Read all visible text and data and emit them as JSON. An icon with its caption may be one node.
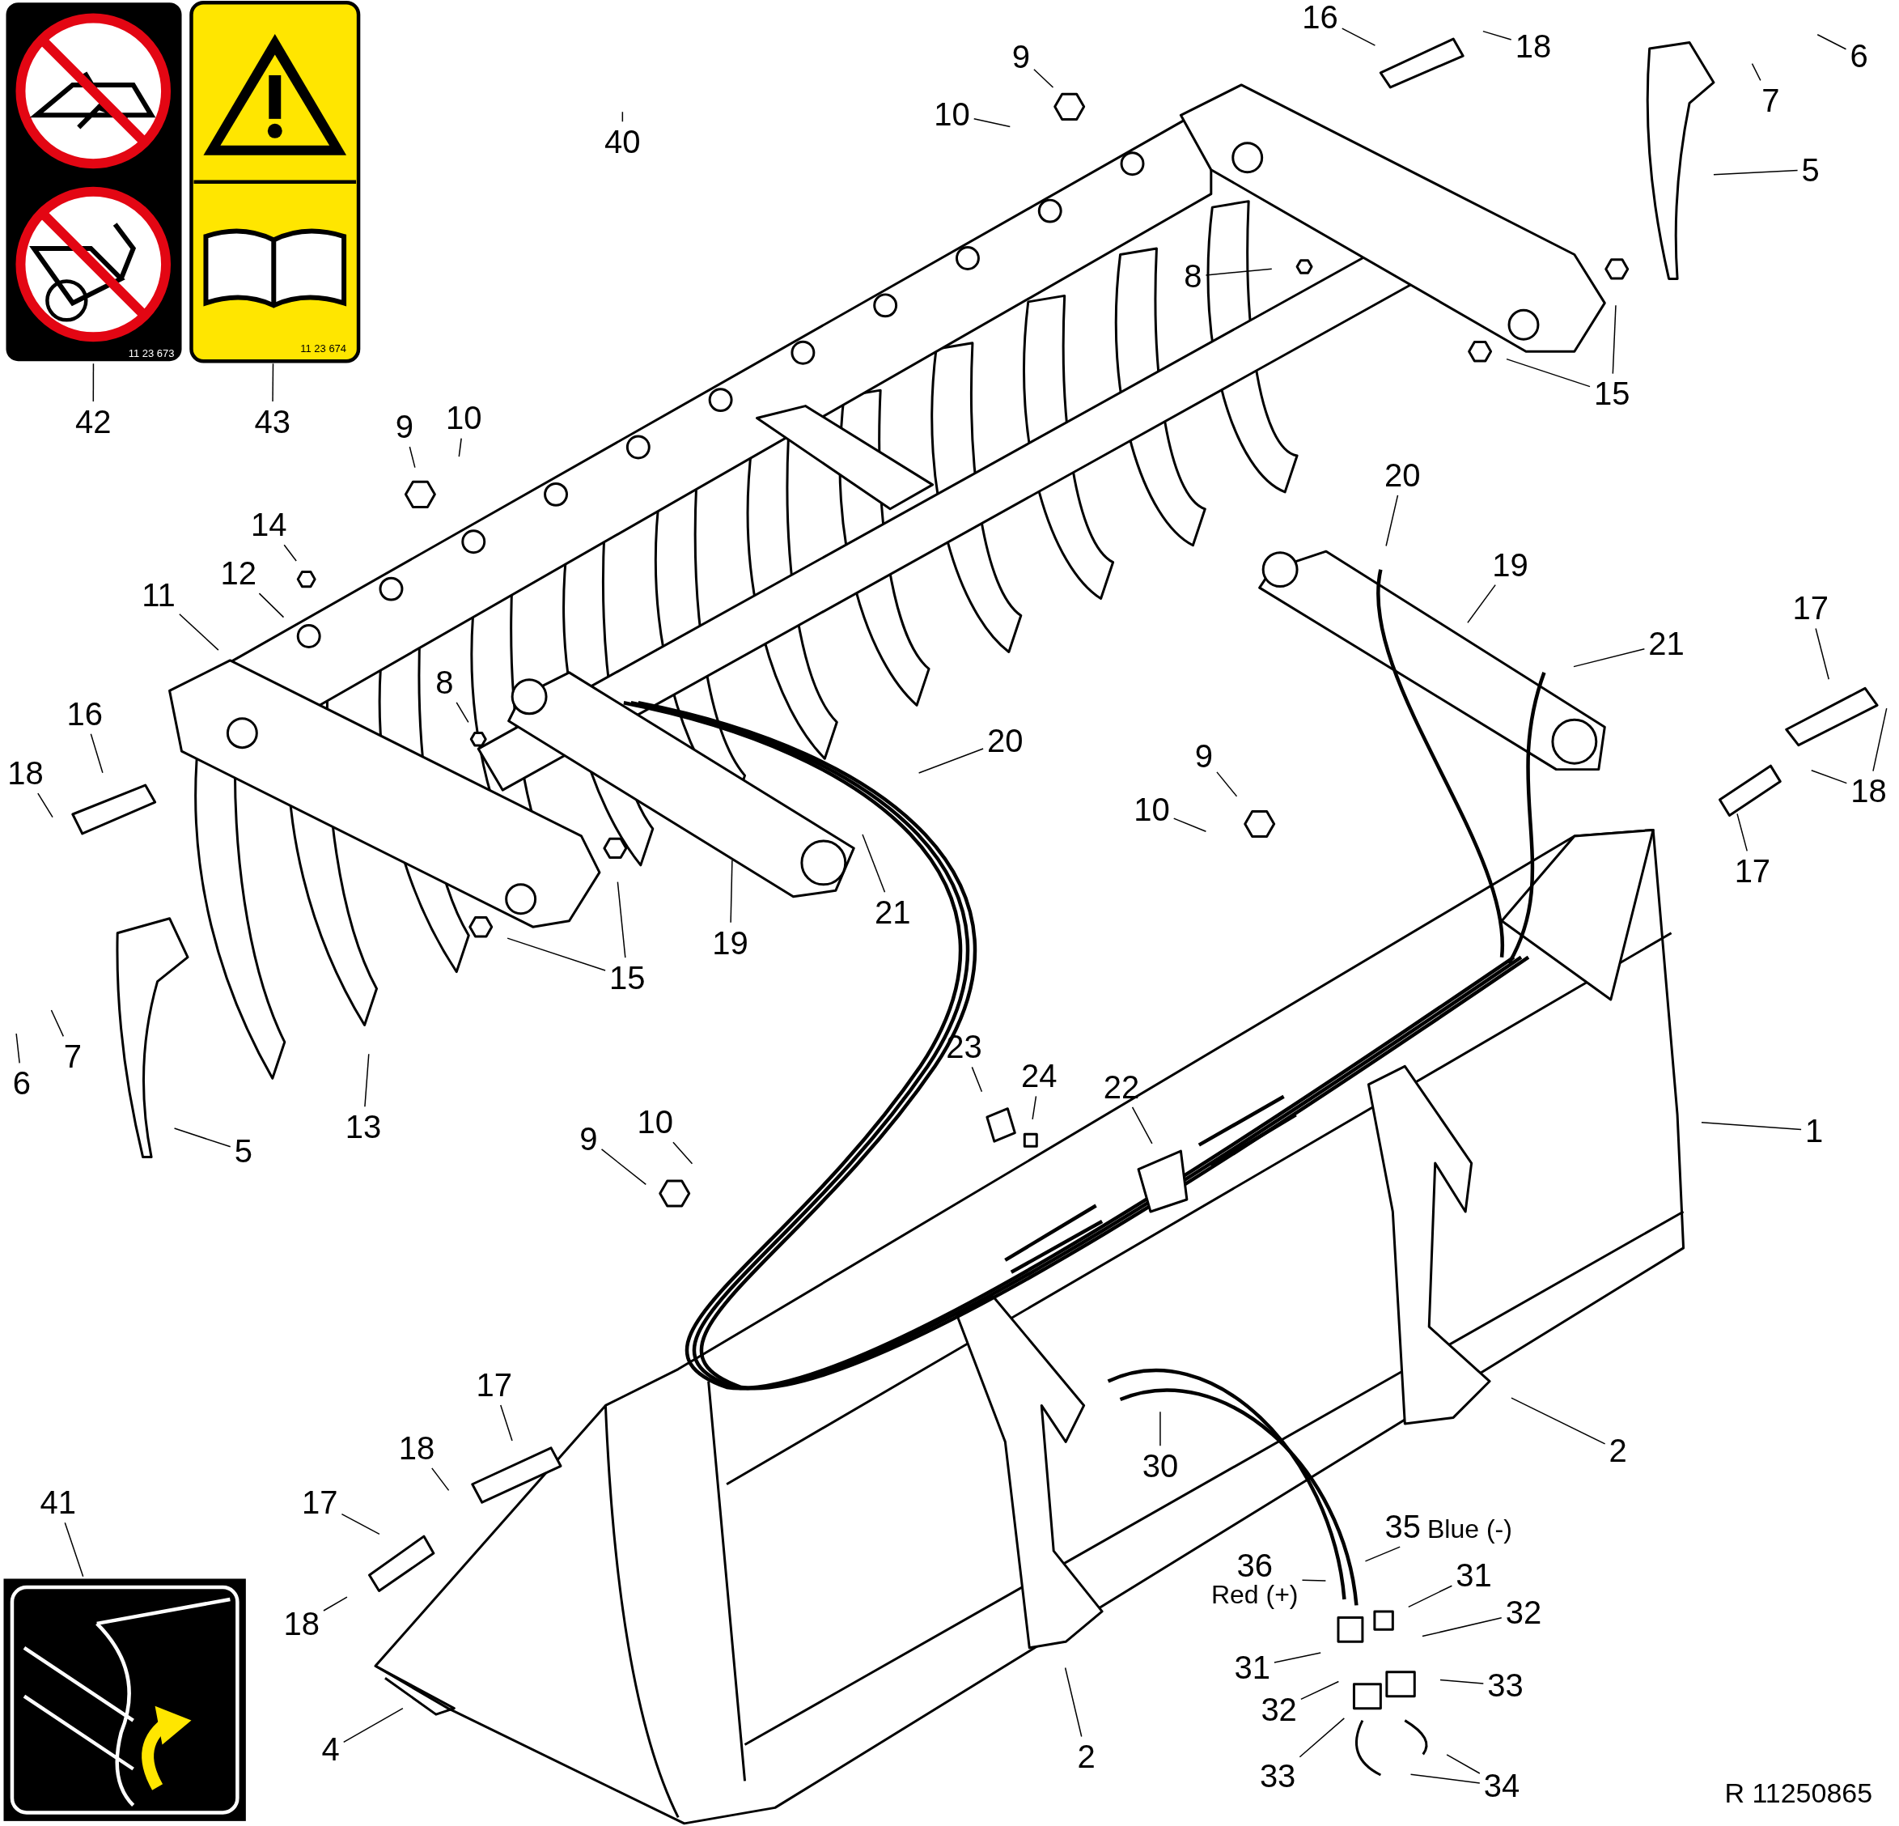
{
  "diagram": {
    "nodes": [
      {
        "text": [
          "16"
        ]
      },
      {
        "text": [
          "18"
        ]
      },
      {
        "text": [
          "6"
        ]
      },
      {
        "text": [
          "9"
        ]
      },
      {
        "text": [
          "7"
        ]
      },
      {
        "text": [
          "10"
        ]
      },
      {
        "text": [
          "40"
        ]
      },
      {
        "text": [
          "5"
        ]
      },
      {
        "text": [
          "8"
        ]
      },
      {
        "text": [
          "15"
        ]
      },
      {
        "text": [
          "42"
        ]
      },
      {
        "text": [
          "43"
        ]
      },
      {
        "text": [
          "10"
        ]
      },
      {
        "text": [
          "9"
        ]
      },
      {
        "text": [
          "20"
        ]
      },
      {
        "text": [
          "14"
        ]
      },
      {
        "text": [
          "19"
        ]
      },
      {
        "text": [
          "12"
        ]
      },
      {
        "text": [
          "11"
        ]
      },
      {
        "text": [
          "17"
        ]
      },
      {
        "text": [
          "21"
        ]
      },
      {
        "text": [
          "8"
        ]
      },
      {
        "text": [
          "16"
        ]
      },
      {
        "text": [
          "20"
        ]
      },
      {
        "text": [
          "9"
        ]
      },
      {
        "text": [
          "18"
        ]
      },
      {
        "text": [
          "18"
        ]
      },
      {
        "text": [
          "10"
        ]
      },
      {
        "text": [
          "17"
        ]
      },
      {
        "text": [
          "21"
        ]
      },
      {
        "text": [
          "19"
        ]
      },
      {
        "text": [
          "15"
        ]
      },
      {
        "text": [
          "23"
        ]
      },
      {
        "text": [
          "7"
        ]
      },
      {
        "text": [
          "24"
        ]
      },
      {
        "text": [
          "6"
        ]
      },
      {
        "text": [
          "22"
        ]
      },
      {
        "text": [
          "10"
        ]
      },
      {
        "text": [
          "13"
        ]
      },
      {
        "text": [
          "1"
        ]
      },
      {
        "text": [
          "9"
        ]
      },
      {
        "text": [
          "5"
        ]
      },
      {
        "text": [
          "17"
        ]
      },
      {
        "text": [
          "18"
        ]
      },
      {
        "text": [
          "2"
        ]
      },
      {
        "text": [
          "30"
        ]
      },
      {
        "text": [
          "41"
        ]
      },
      {
        "text": [
          "17"
        ]
      },
      {
        "text": [
          "35",
          "Blue (-)"
        ]
      },
      {
        "text": [
          "36",
          "Red (+)"
        ]
      },
      {
        "text": [
          "31"
        ]
      },
      {
        "text": [
          "32"
        ]
      },
      {
        "text": [
          "18"
        ]
      },
      {
        "text": [
          "31"
        ]
      },
      {
        "text": [
          "33"
        ]
      },
      {
        "text": [
          "32"
        ]
      },
      {
        "text": [
          "4"
        ]
      },
      {
        "text": [
          "2"
        ]
      },
      {
        "text": [
          "33"
        ]
      },
      {
        "text": [
          "34"
        ]
      },
      {
        "text": [],
        "shape": "picture"
      },
      {
        "text": [],
        "shape": "picture"
      },
      {
        "text": [],
        "shape": "picture"
      }
    ],
    "edges": [
      {
        "from": 0,
        "to": null,
        "arrow": "none"
      },
      {
        "from": 1,
        "to": null,
        "arrow": "none"
      },
      {
        "from": 2,
        "to": null,
        "arrow": "none"
      },
      {
        "from": 3,
        "to": null,
        "arrow": "none"
      },
      {
        "from": 4,
        "to": null,
        "arrow": "none"
      },
      {
        "from": 5,
        "to": null,
        "arrow": "none"
      },
      {
        "from": 6,
        "to": null,
        "arrow": "none"
      },
      {
        "from": 7,
        "to": null,
        "arrow": "none"
      },
      {
        "from": 8,
        "to": null,
        "arrow": "none"
      },
      {
        "from": 9,
        "to": null,
        "arrow": "none"
      },
      {
        "from": 9,
        "to": null,
        "arrow": "none"
      },
      {
        "from": 10,
        "to": 60,
        "arrow": "none"
      },
      {
        "from": 11,
        "to": 61,
        "arrow": "none"
      },
      {
        "from": 12,
        "to": null,
        "arrow": "none"
      },
      {
        "from": 13,
        "to": null,
        "arrow": "none"
      },
      {
        "from": 14,
        "to": null,
        "arrow": "none"
      },
      {
        "from": 15,
        "to": null,
        "arrow": "none"
      },
      {
        "from": 16,
        "to": null,
        "arrow": "none"
      },
      {
        "from": 17,
        "to": null,
        "arrow": "none"
      },
      {
        "from": 18,
        "to": null,
        "arrow": "none"
      },
      {
        "from": 19,
        "to": null,
        "arrow": "none"
      },
      {
        "from": 20,
        "to": null,
        "arrow": "none"
      },
      {
        "from": 21,
        "to": null,
        "arrow": "none"
      },
      {
        "from": 22,
        "to": null,
        "arrow": "none"
      },
      {
        "from": 23,
        "to": null,
        "arrow": "none"
      },
      {
        "from": 24,
        "to": null,
        "arrow": "none"
      },
      {
        "from": 25,
        "to": null,
        "arrow": "none"
      },
      {
        "from": 26,
        "to": null,
        "arrow": "none"
      },
      {
        "from": 26,
        "to": null,
        "arrow": "none"
      },
      {
        "from": 27,
        "to": null,
        "arrow": "none"
      },
      {
        "from": 28,
        "to": null,
        "arrow": "none"
      },
      {
        "from": 29,
        "to": null,
        "arrow": "none"
      },
      {
        "from": 30,
        "to": null,
        "arrow": "none"
      },
      {
        "from": 31,
        "to": null,
        "arrow": "none"
      },
      {
        "from": 31,
        "to": null,
        "arrow": "none"
      },
      {
        "from": 32,
        "to": null,
        "arrow": "none"
      },
      {
        "from": 33,
        "to": null,
        "arrow": "none"
      },
      {
        "from": 34,
        "to": null,
        "arrow": "none"
      },
      {
        "from": 35,
        "to": null,
        "arrow": "none"
      },
      {
        "from": 36,
        "to": null,
        "arrow": "none"
      },
      {
        "from": 37,
        "to": null,
        "arrow": "none"
      },
      {
        "from": 38,
        "to": null,
        "arrow": "none"
      },
      {
        "from": 39,
        "to": null,
        "arrow": "none"
      },
      {
        "from": 40,
        "to": null,
        "arrow": "none"
      },
      {
        "from": 41,
        "to": null,
        "arrow": "none"
      },
      {
        "from": 42,
        "to": null,
        "arrow": "none"
      },
      {
        "from": 43,
        "to": null,
        "arrow": "none"
      },
      {
        "from": 44,
        "to": null,
        "arrow": "none"
      },
      {
        "from": 45,
        "to": null,
        "arrow": "none"
      },
      {
        "from": 46,
        "to": 62,
        "arrow": "none"
      },
      {
        "from": 47,
        "to": null,
        "arrow": "none"
      },
      {
        "from": 48,
        "to": null,
        "arrow": "none"
      },
      {
        "from": 49,
        "to": null,
        "arrow": "none"
      },
      {
        "from": 50,
        "to": null,
        "arrow": "none"
      },
      {
        "from": 51,
        "to": null,
        "arrow": "none"
      },
      {
        "from": 52,
        "to": null,
        "arrow": "none"
      },
      {
        "from": 53,
        "to": null,
        "arrow": "none"
      },
      {
        "from": 54,
        "to": null,
        "arrow": "none"
      },
      {
        "from": 55,
        "to": null,
        "arrow": "none"
      },
      {
        "from": 56,
        "to": null,
        "arrow": "none"
      },
      {
        "from": 57,
        "to": null,
        "arrow": "none"
      },
      {
        "from": 58,
        "to": null,
        "arrow": "none"
      },
      {
        "from": 59,
        "to": null,
        "arrow": "none"
      },
      {
        "from": 59,
        "to": null,
        "arrow": "none"
      }
    ],
    "labels": [
      "11 23 673",
      "11 23 674",
      "R 11250865"
    ]
  }
}
